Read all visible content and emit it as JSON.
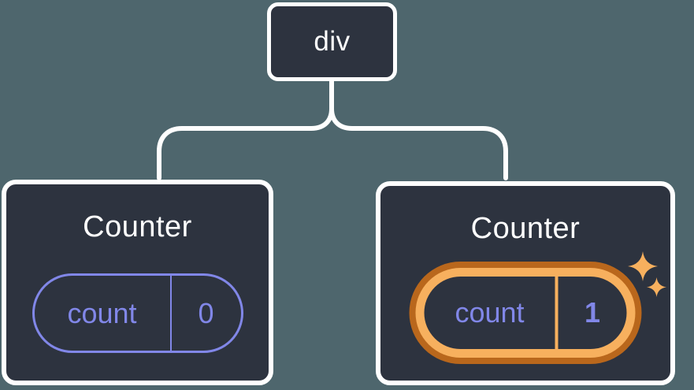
{
  "colors": {
    "background": "#4e666d",
    "node_fill": "#2d333f",
    "node_border": "#ffffff",
    "state_accent": "#8187e8",
    "highlight_ring_outer": "#b9671c",
    "highlight_ring_inner": "#f7b05e"
  },
  "icons": {
    "sparkles": "four-point-stars"
  },
  "tree": {
    "root": {
      "label": "div"
    },
    "children": [
      {
        "title": "Counter",
        "state_key": "count",
        "state_value": "0",
        "highlighted": false
      },
      {
        "title": "Counter",
        "state_key": "count",
        "state_value": "1",
        "highlighted": true
      }
    ]
  }
}
